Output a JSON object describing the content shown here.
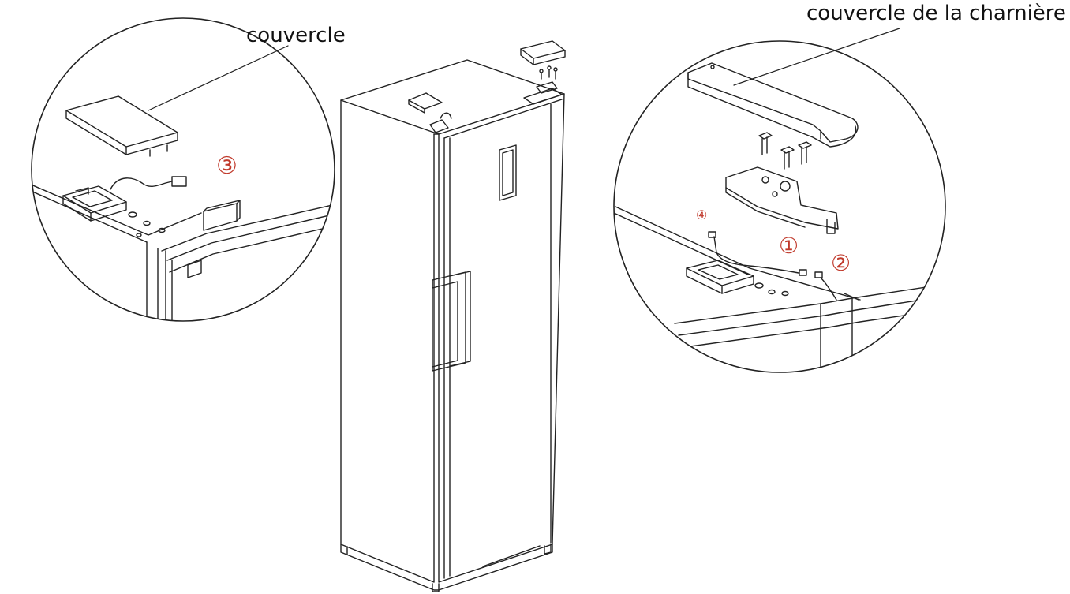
{
  "labels": {
    "cover": "couvercle",
    "hinge_cover": "couvercle de la charnière"
  },
  "steps": {
    "one": "①",
    "two": "②",
    "three": "③",
    "four": "④"
  },
  "colors": {
    "line": "#222222",
    "step_number": "#c0392b",
    "background": "#ffffff"
  }
}
